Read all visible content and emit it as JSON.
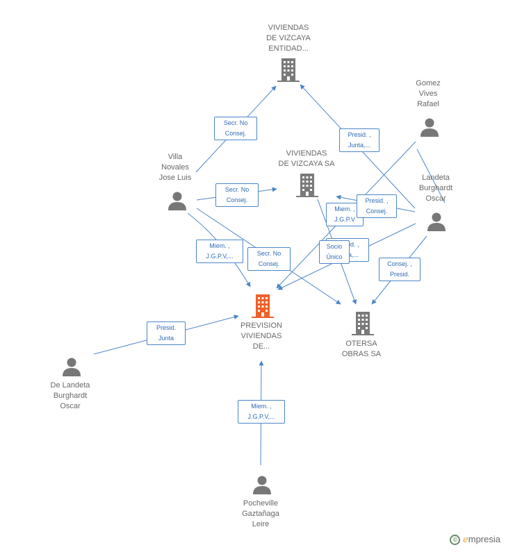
{
  "colors": {
    "edge": "#4a86c8",
    "person_icon": "#777777",
    "company_icon": "#7a7a7a",
    "focus_icon": "#f0602a",
    "label": "#666666"
  },
  "nodes": {
    "vizcaya_entidad": {
      "type": "company",
      "icon": "building-icon",
      "lines": [
        "VIVIENDAS",
        "DE VIZCAYA",
        "ENTIDAD..."
      ]
    },
    "vizcaya_sa": {
      "type": "company",
      "icon": "building-icon",
      "lines": [
        "VIVIENDAS",
        "DE VIZCAYA SA"
      ]
    },
    "prevision": {
      "type": "company-focus",
      "icon": "building-icon",
      "lines": [
        "PREVISION",
        "VIVIENDAS",
        "DE..."
      ]
    },
    "otersa": {
      "type": "company",
      "icon": "building-icon",
      "lines": [
        "OTERSA",
        "OBRAS SA"
      ]
    },
    "gomez": {
      "type": "person",
      "icon": "person-icon",
      "lines": [
        "Gomez",
        "Vives",
        "Rafael"
      ]
    },
    "villa": {
      "type": "person",
      "icon": "person-icon",
      "lines": [
        "Villa",
        "Novales",
        "Jose Luis"
      ]
    },
    "landeta": {
      "type": "person",
      "icon": "person-icon",
      "lines": [
        "Landeta",
        "Burghardt",
        "Oscar"
      ]
    },
    "delandeta": {
      "type": "person",
      "icon": "person-icon",
      "lines": [
        "De Landeta",
        "Burghardt",
        "Oscar"
      ]
    },
    "pocheville": {
      "type": "person",
      "icon": "person-icon",
      "lines": [
        "Pocheville",
        "Gaztañaga",
        "Leire"
      ]
    }
  },
  "relations": {
    "r1": [
      "Secr.  No",
      "Consej."
    ],
    "r2": [
      "Presid. ,",
      "Junta,..."
    ],
    "r3": [
      "Secr.  No",
      "Consej."
    ],
    "r4": [
      "Presid. ,",
      "Consej."
    ],
    "r5": [
      "Miem. ,",
      "J.G.P.V"
    ],
    "r6": [
      "Miem. ,",
      "J.G.P.V,..."
    ],
    "r7": [
      "Secr.  No",
      "Consej."
    ],
    "r8": [
      "Presid. ,",
      "Junta,..."
    ],
    "r9": [
      "Socio",
      "Único"
    ],
    "r10": [
      "Consej. ,",
      "Presid."
    ],
    "r11": [
      "Presid.",
      "Junta"
    ],
    "r12": [
      "Miem. ,",
      "J.G.P.V,..."
    ]
  },
  "brand": {
    "copyright": "©",
    "e": "e",
    "name": "mpresia"
  }
}
